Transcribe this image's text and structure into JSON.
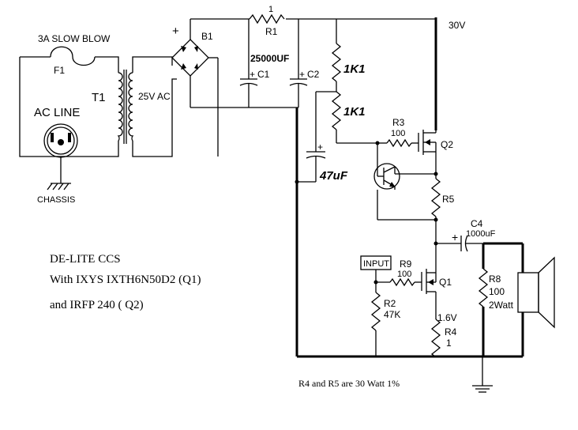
{
  "labels": {
    "fuse_rating": "3A SLOW BLOW",
    "fuse": "F1",
    "transformer": "T1",
    "ac_line": "AC LINE",
    "chassis": "CHASSIS",
    "secondary": "25V AC",
    "bridge_plus": "+",
    "bridge": "B1",
    "r1_value": "1",
    "r1": "R1",
    "cap_value": "25000UF",
    "c1_plus": "+",
    "c1": "C1",
    "c2_plus": "+",
    "c2": "C2",
    "voltage": "30V",
    "r_top": "1K1",
    "r_mid": "1K1",
    "c47_plus": "+",
    "c47": "47uF",
    "r3": "R3",
    "r3_value": "100",
    "q2": "Q2",
    "r5": "R5",
    "c4": "C4",
    "c4_plus": "+",
    "c4_value": "1000uF",
    "input": "INPUT",
    "r9": "R9",
    "r9_value": "100",
    "q1": "Q1",
    "r2": "R2",
    "r2_value": "47K",
    "v16": "1.6V",
    "r4": "R4",
    "r4_value": "1",
    "r8": "R8",
    "r8_value": "100",
    "r8_power": "2Watt",
    "title_line1": "DE-LITE CCS",
    "title_line2": "With IXYS  IXTH6N50D2   (Q1)",
    "title_line3": "and IRFP 240 ( Q2)",
    "note": "R4 and R5 are 30 Watt 1%"
  }
}
